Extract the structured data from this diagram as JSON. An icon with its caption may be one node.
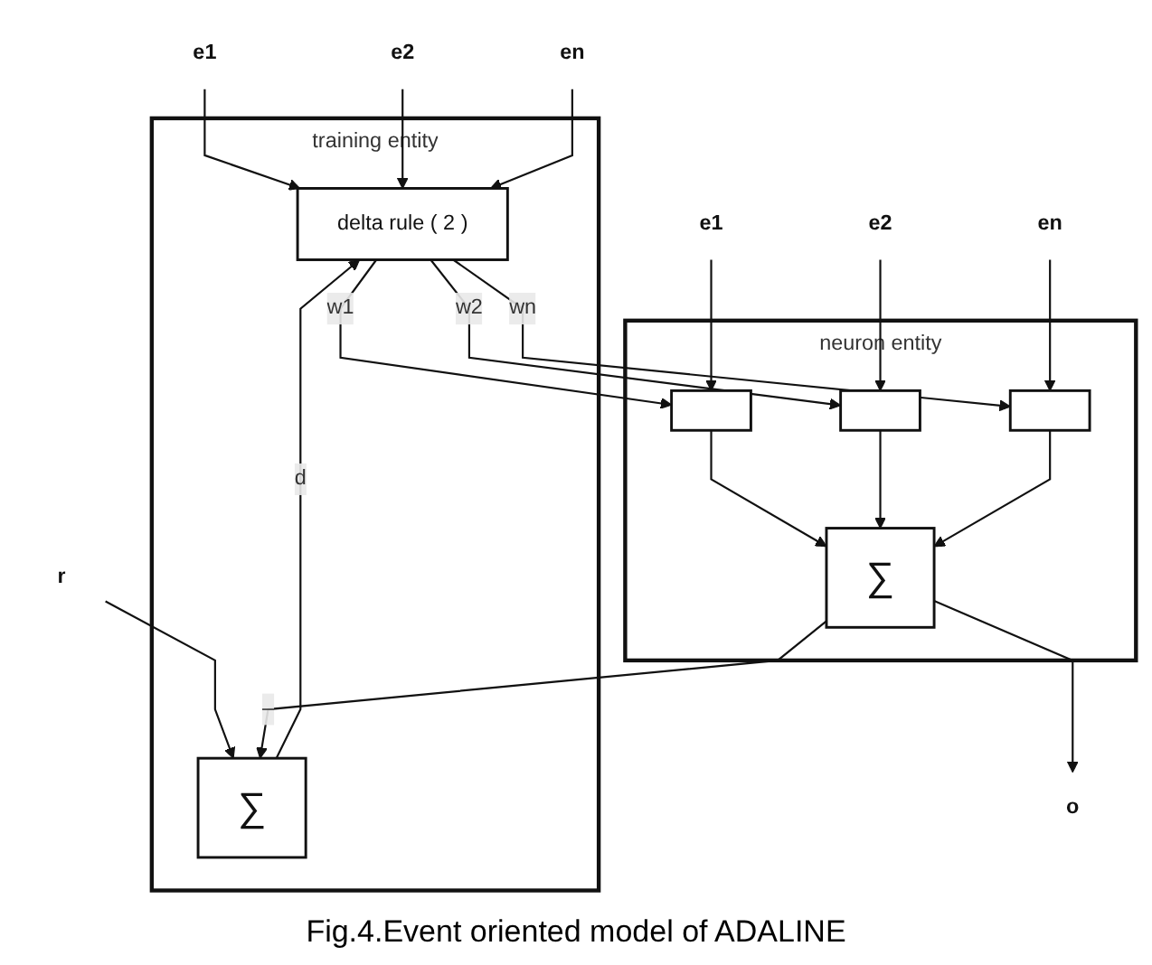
{
  "diagram": {
    "caption": "Fig.4.Event oriented model of ADALINE",
    "nodes": [
      {
        "text": [
          "training entity"
        ]
      },
      {
        "text": [
          "delta rule ( 2 )"
        ],
        "in": 0
      },
      {
        "text": [
          "∑"
        ],
        "in": 0
      },
      {
        "text": [
          "neuron entity"
        ]
      },
      {
        "text": [],
        "shape": "box",
        "in": 3
      },
      {
        "text": [],
        "shape": "box",
        "in": 3
      },
      {
        "text": [],
        "shape": "box",
        "in": 3
      },
      {
        "text": [
          "∑"
        ],
        "in": 3
      },
      {
        "text": [
          "e1"
        ]
      },
      {
        "text": [
          "e2"
        ]
      },
      {
        "text": [
          "en"
        ]
      },
      {
        "text": [
          "r"
        ]
      },
      {
        "text": [
          "e1"
        ]
      },
      {
        "text": [
          "e2"
        ]
      },
      {
        "text": [
          "en"
        ]
      },
      {
        "text": [
          "o"
        ]
      }
    ],
    "edges": [
      {
        "from": 8,
        "to": 1,
        "arrow": "to"
      },
      {
        "from": 9,
        "to": 1,
        "arrow": "to"
      },
      {
        "from": 10,
        "to": 1,
        "arrow": "to"
      },
      {
        "from": 2,
        "to": 1,
        "arrow": "to",
        "label": "d"
      },
      {
        "from": 11,
        "to": 2,
        "arrow": "to"
      },
      {
        "from": 7,
        "to": 2,
        "arrow": "to",
        "label": "–"
      },
      {
        "from": 1,
        "to": 4,
        "arrow": "to",
        "label": "w1"
      },
      {
        "from": 1,
        "to": 5,
        "arrow": "to",
        "label": "w2"
      },
      {
        "from": 1,
        "to": 6,
        "arrow": "to",
        "label": "wn"
      },
      {
        "from": 12,
        "to": 4,
        "arrow": "to"
      },
      {
        "from": 13,
        "to": 5,
        "arrow": "to"
      },
      {
        "from": 14,
        "to": 6,
        "arrow": "to"
      },
      {
        "from": 4,
        "to": 7,
        "arrow": "to"
      },
      {
        "from": 5,
        "to": 7,
        "arrow": "to"
      },
      {
        "from": 6,
        "to": 7,
        "arrow": "to"
      },
      {
        "from": 7,
        "to": 15,
        "arrow": "to"
      }
    ]
  }
}
